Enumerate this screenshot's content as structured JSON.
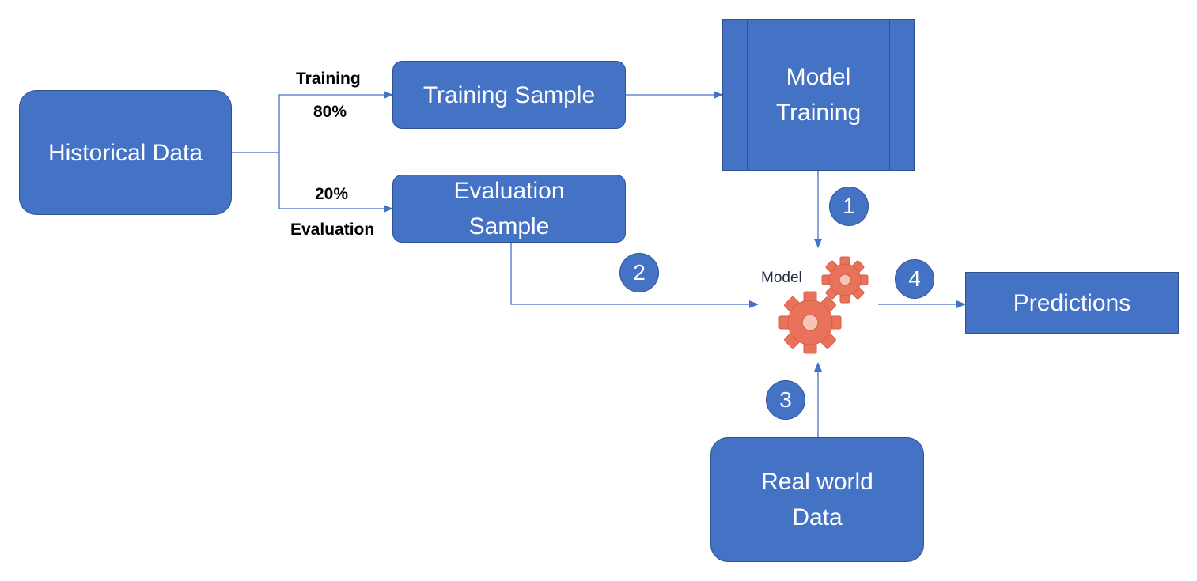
{
  "nodes": {
    "historical_data": "Historical Data",
    "training_sample": "Training Sample",
    "evaluation_sample": "Evaluation Sample",
    "model_training": "Model Training",
    "model": "Model",
    "predictions": "Predictions",
    "real_world_data": "Real world Data"
  },
  "edge_labels": {
    "training": "Training",
    "training_pct": "80%",
    "evaluation_pct": "20%",
    "evaluation": "Evaluation"
  },
  "steps": [
    "1",
    "2",
    "3",
    "4"
  ],
  "colors": {
    "box_fill": "#4472c4",
    "box_border": "#2f528f",
    "connector": "#4472c4",
    "gear": "#e8735a"
  }
}
